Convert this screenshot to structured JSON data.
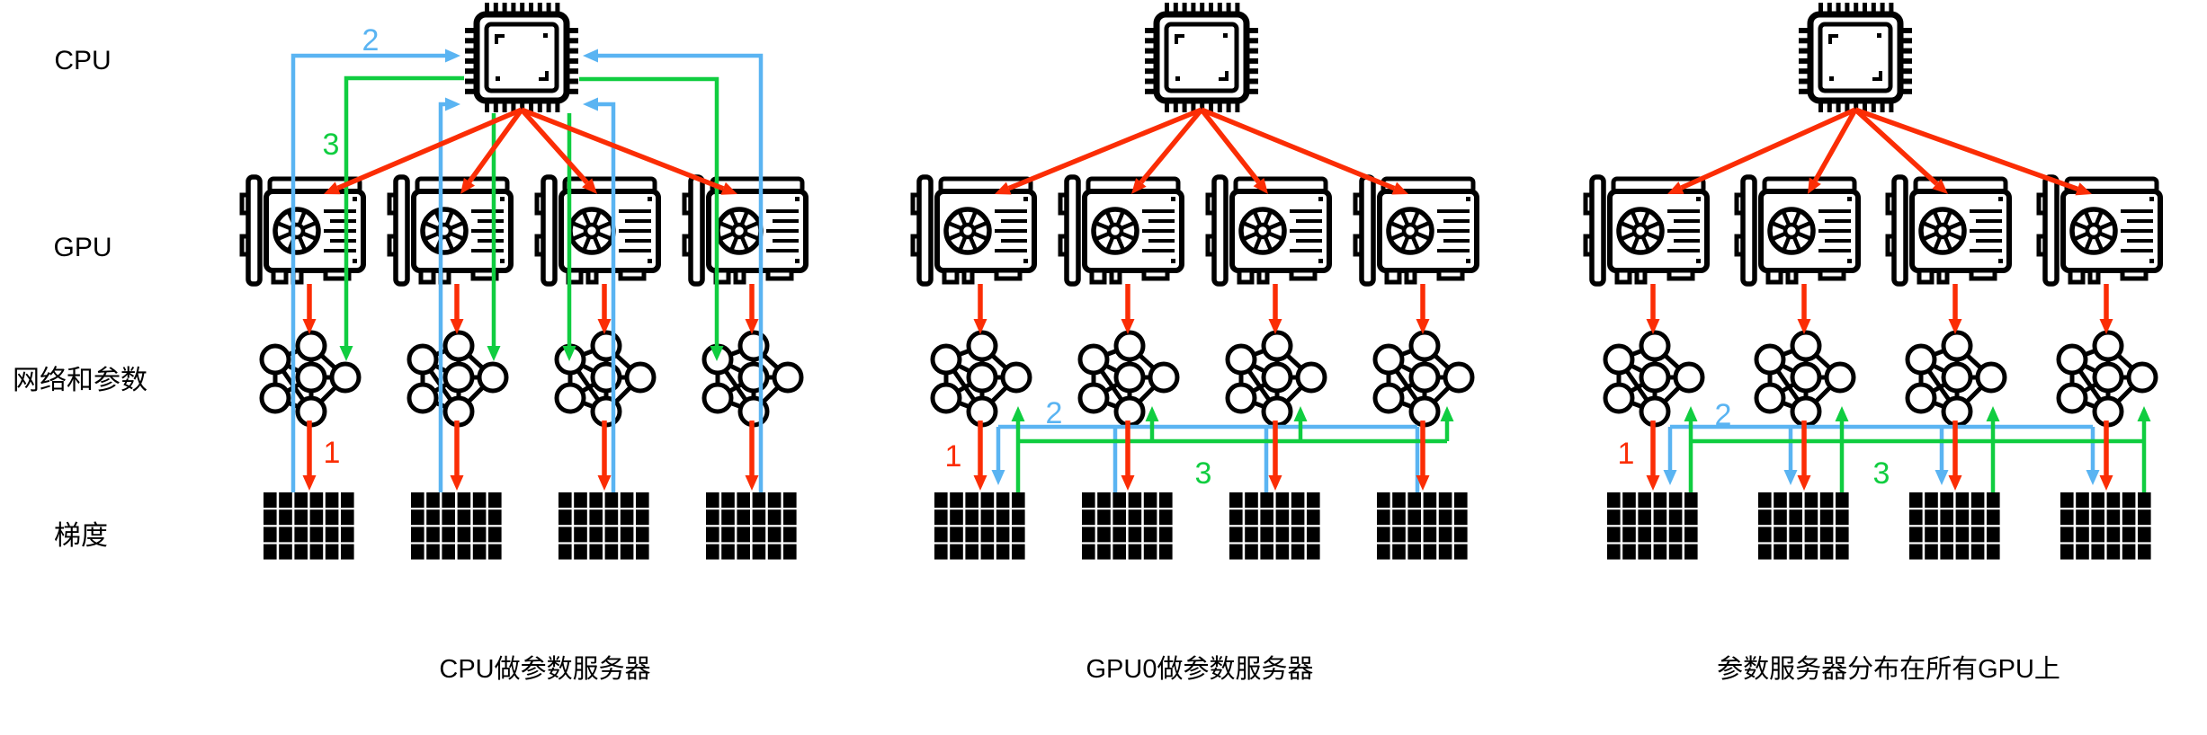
{
  "diagram": {
    "row_labels": [
      {
        "label": "CPU"
      },
      {
        "label": "GPU"
      },
      {
        "label": "网络和参数"
      },
      {
        "label": "梯度"
      }
    ],
    "panels": [
      {
        "caption": "CPU做参数服务器"
      },
      {
        "caption": "GPU0做参数服务器"
      },
      {
        "caption": "参数服务器分布在所有GPU上"
      }
    ],
    "steps": [
      {
        "num": "1",
        "color": "#fb2d05"
      },
      {
        "num": "2",
        "color": "#5ab4f2"
      },
      {
        "num": "3",
        "color": "#10cd40"
      }
    ],
    "icons": {
      "cpu": "cpu-chip-icon",
      "gpu": "gpu-card-icon",
      "network": "neural-network-icon",
      "gradient": "gradient-grid-icon"
    },
    "colors": {
      "background": "#ffffff",
      "icon_stroke": "#000000",
      "step1_red": "#fb2d05",
      "step2_blue": "#5ab4f2",
      "step3_green": "#10cd40"
    }
  }
}
